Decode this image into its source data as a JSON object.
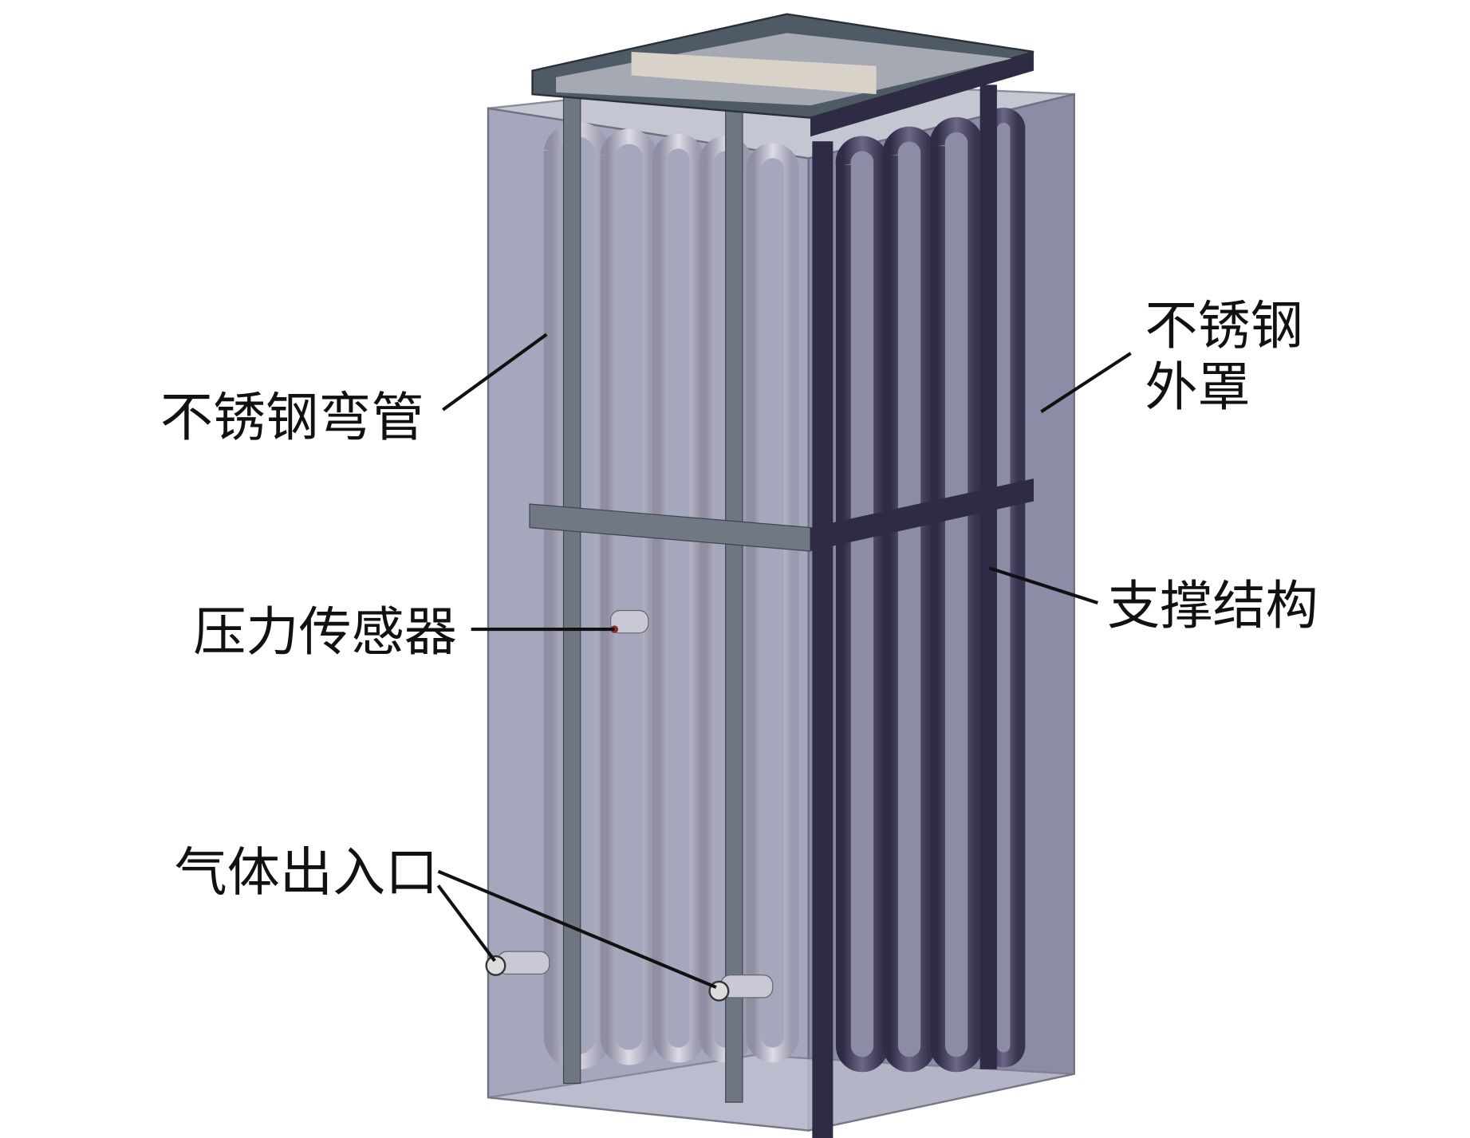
{
  "labels": {
    "bent_tube": "不锈钢弯管",
    "shroud_line1": "不锈钢",
    "shroud_line2": "外罩",
    "support": "支撑结构",
    "pressure_sensor": "压力传感器",
    "gas_port": "气体出入口"
  },
  "colors": {
    "shroud_front": "#9a9db3",
    "shroud_right": "#8f8fa8",
    "tube_light": "#c9c8d6",
    "tube_dark": "#4a4763",
    "frame": "#4e5a66",
    "frame_dark": "#2e2c44"
  }
}
